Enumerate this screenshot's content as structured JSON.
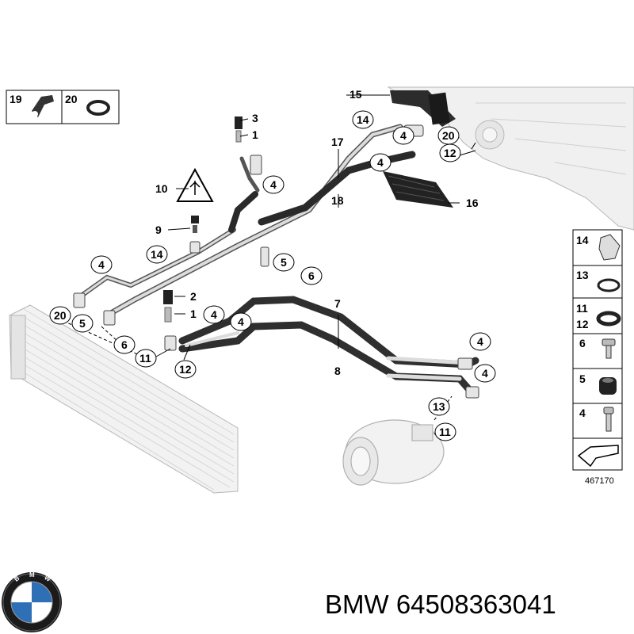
{
  "legend_top": [
    {
      "num": "19",
      "icon": "bracket-icon"
    },
    {
      "num": "20",
      "icon": "o-ring-icon"
    }
  ],
  "legend_side": [
    {
      "num": "14",
      "icon": "clip-icon"
    },
    {
      "num": "13",
      "icon": "seal-ring-icon"
    },
    {
      "num": "11",
      "icon": "gasket-icon"
    },
    {
      "num": "12",
      "icon": ""
    },
    {
      "num": "6",
      "icon": "screw-icon"
    },
    {
      "num": "5",
      "icon": "grommet-icon"
    },
    {
      "num": "4",
      "icon": "bolt-icon"
    }
  ],
  "callouts": {
    "c1": "1",
    "c2": "1",
    "c3": "2",
    "c4": "3",
    "c5": "4",
    "c6": "4",
    "c7": "4",
    "c8": "4",
    "c9": "4",
    "c10": "4",
    "c11": "4",
    "c12": "4",
    "c13": "5",
    "c14": "5",
    "c15": "6",
    "c16": "6",
    "c17": "7",
    "c18": "8",
    "c19": "9",
    "c20": "10",
    "c21": "11",
    "c22": "11",
    "c23": "12",
    "c24": "12",
    "c25": "13",
    "c26": "14",
    "c27": "14",
    "c28": "15",
    "c29": "16",
    "c30": "17",
    "c31": "18",
    "c32": "20",
    "c33": "20"
  },
  "diagram_number": "467170",
  "caption": "BMW 64508363041",
  "colors": {
    "line": "#000000",
    "hose": "#3a3a3a",
    "pipe": "#cfcfcf",
    "part": "#e9e9e9"
  }
}
